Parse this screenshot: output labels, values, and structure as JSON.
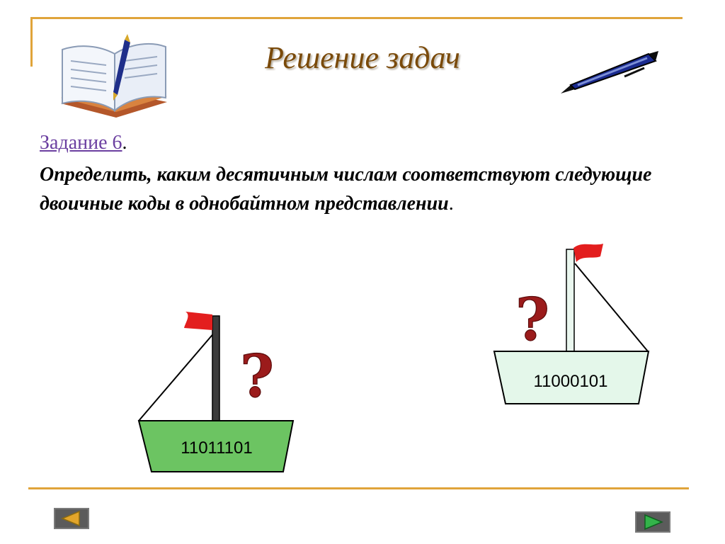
{
  "slide": {
    "title": "Решение задач",
    "task_label": "Задание 6",
    "task_label_suffix": ".",
    "task_text": "Определить, каким десятичным числам соответствуют следующие двоичные коды в однобайтном представлении",
    "task_text_suffix": "."
  },
  "boats": [
    {
      "code": "11011101",
      "question": "?",
      "hull_color": "#6cc462"
    },
    {
      "code": "11000101",
      "question": "?",
      "hull_color": "#e4f7ea"
    }
  ],
  "nav": {
    "prev_icon": "triangle-left-icon",
    "next_icon": "triangle-right-icon"
  },
  "colors": {
    "frame": "#e0a43a",
    "title": "#7a4a0a",
    "question": "#9b1b1b",
    "flag": "#e31e1e"
  }
}
